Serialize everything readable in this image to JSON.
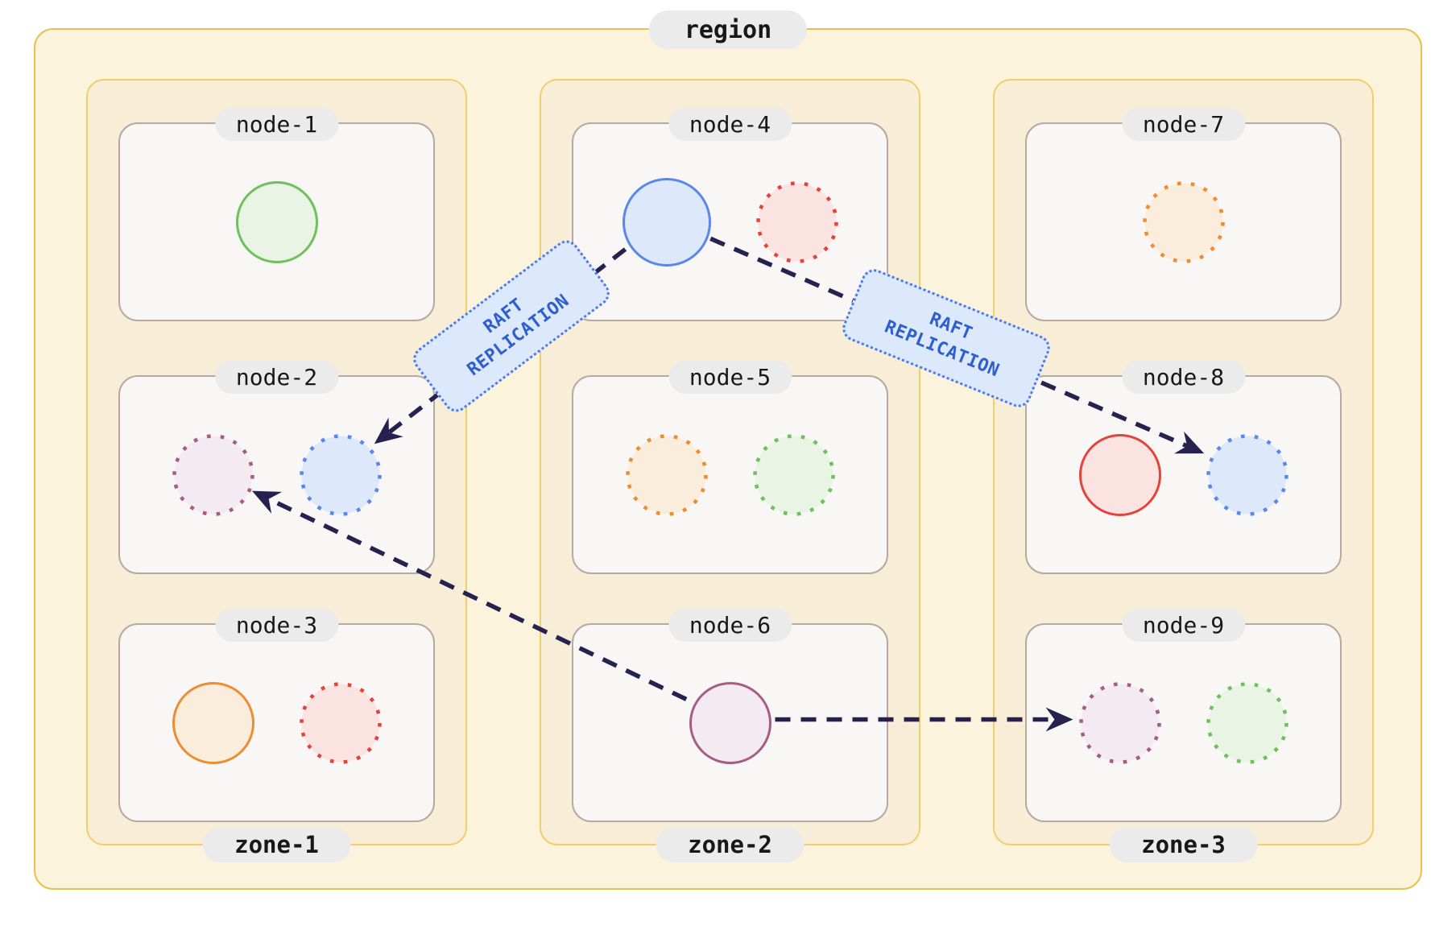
{
  "diagram": {
    "region": {
      "label": "region"
    },
    "zones": [
      {
        "id": "zone-1",
        "label": "zone-1",
        "nodes": [
          {
            "id": "node-1",
            "label": "node-1",
            "replicas": [
              {
                "color": "green",
                "style": "solid"
              }
            ]
          },
          {
            "id": "node-2",
            "label": "node-2",
            "replicas": [
              {
                "color": "purple",
                "style": "dotted"
              },
              {
                "color": "blue",
                "style": "dotted"
              }
            ]
          },
          {
            "id": "node-3",
            "label": "node-3",
            "replicas": [
              {
                "color": "orange",
                "style": "solid"
              },
              {
                "color": "red",
                "style": "dotted"
              }
            ]
          }
        ]
      },
      {
        "id": "zone-2",
        "label": "zone-2",
        "nodes": [
          {
            "id": "node-4",
            "label": "node-4",
            "replicas": [
              {
                "color": "blue",
                "style": "solid",
                "leader": true
              },
              {
                "color": "red",
                "style": "dotted"
              }
            ]
          },
          {
            "id": "node-5",
            "label": "node-5",
            "replicas": [
              {
                "color": "orange",
                "style": "dotted"
              },
              {
                "color": "green",
                "style": "dotted"
              }
            ]
          },
          {
            "id": "node-6",
            "label": "node-6",
            "replicas": [
              {
                "color": "purple",
                "style": "solid"
              }
            ]
          }
        ]
      },
      {
        "id": "zone-3",
        "label": "zone-3",
        "nodes": [
          {
            "id": "node-7",
            "label": "node-7",
            "replicas": [
              {
                "color": "orange",
                "style": "dotted"
              }
            ]
          },
          {
            "id": "node-8",
            "label": "node-8",
            "replicas": [
              {
                "color": "red",
                "style": "solid"
              },
              {
                "color": "blue",
                "style": "dotted"
              }
            ]
          },
          {
            "id": "node-9",
            "label": "node-9",
            "replicas": [
              {
                "color": "purple",
                "style": "dotted"
              },
              {
                "color": "green",
                "style": "dotted"
              }
            ]
          }
        ]
      }
    ],
    "arrows": [
      {
        "from": "node-4:blue",
        "to": "node-2:blue",
        "label": "RAFT REPLICATION"
      },
      {
        "from": "node-4:blue",
        "to": "node-8:blue",
        "label": "RAFT REPLICATION"
      },
      {
        "from": "node-6:purple",
        "to": "node-2:purple",
        "label": ""
      },
      {
        "from": "node-6:purple",
        "to": "node-9:purple",
        "label": ""
      }
    ],
    "palette": {
      "green": {
        "stroke": "#6fbf5c",
        "fill": "#eaf4e4"
      },
      "blue": {
        "stroke": "#5b87ea",
        "fill": "#dde8fa"
      },
      "red": {
        "stroke": "#e5423b",
        "fill": "#fbe3e2"
      },
      "orange": {
        "stroke": "#ee8c31",
        "fill": "#faeddc"
      },
      "purple": {
        "stroke": "#a55d84",
        "fill": "#f3eaf2"
      },
      "arrow": "#26224f",
      "raft_label_text": "#2f5ecf",
      "raft_label_bg": "#dce8fb",
      "region_border": "#e6c14f",
      "zone_border": "#f0ce6d",
      "node_border": "#b7a8a0",
      "label_pill_bg": "#ebebeb"
    }
  }
}
